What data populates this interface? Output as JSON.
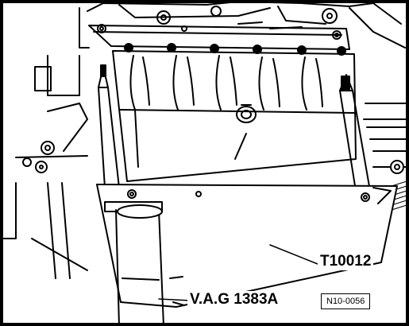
{
  "labels": {
    "tool_t10012": "T10012",
    "tool_vag1383a": "V.A.G 1383A",
    "figure_id": "N10-0056"
  },
  "colors": {
    "ink": "#000000",
    "paper": "#ffffff"
  }
}
